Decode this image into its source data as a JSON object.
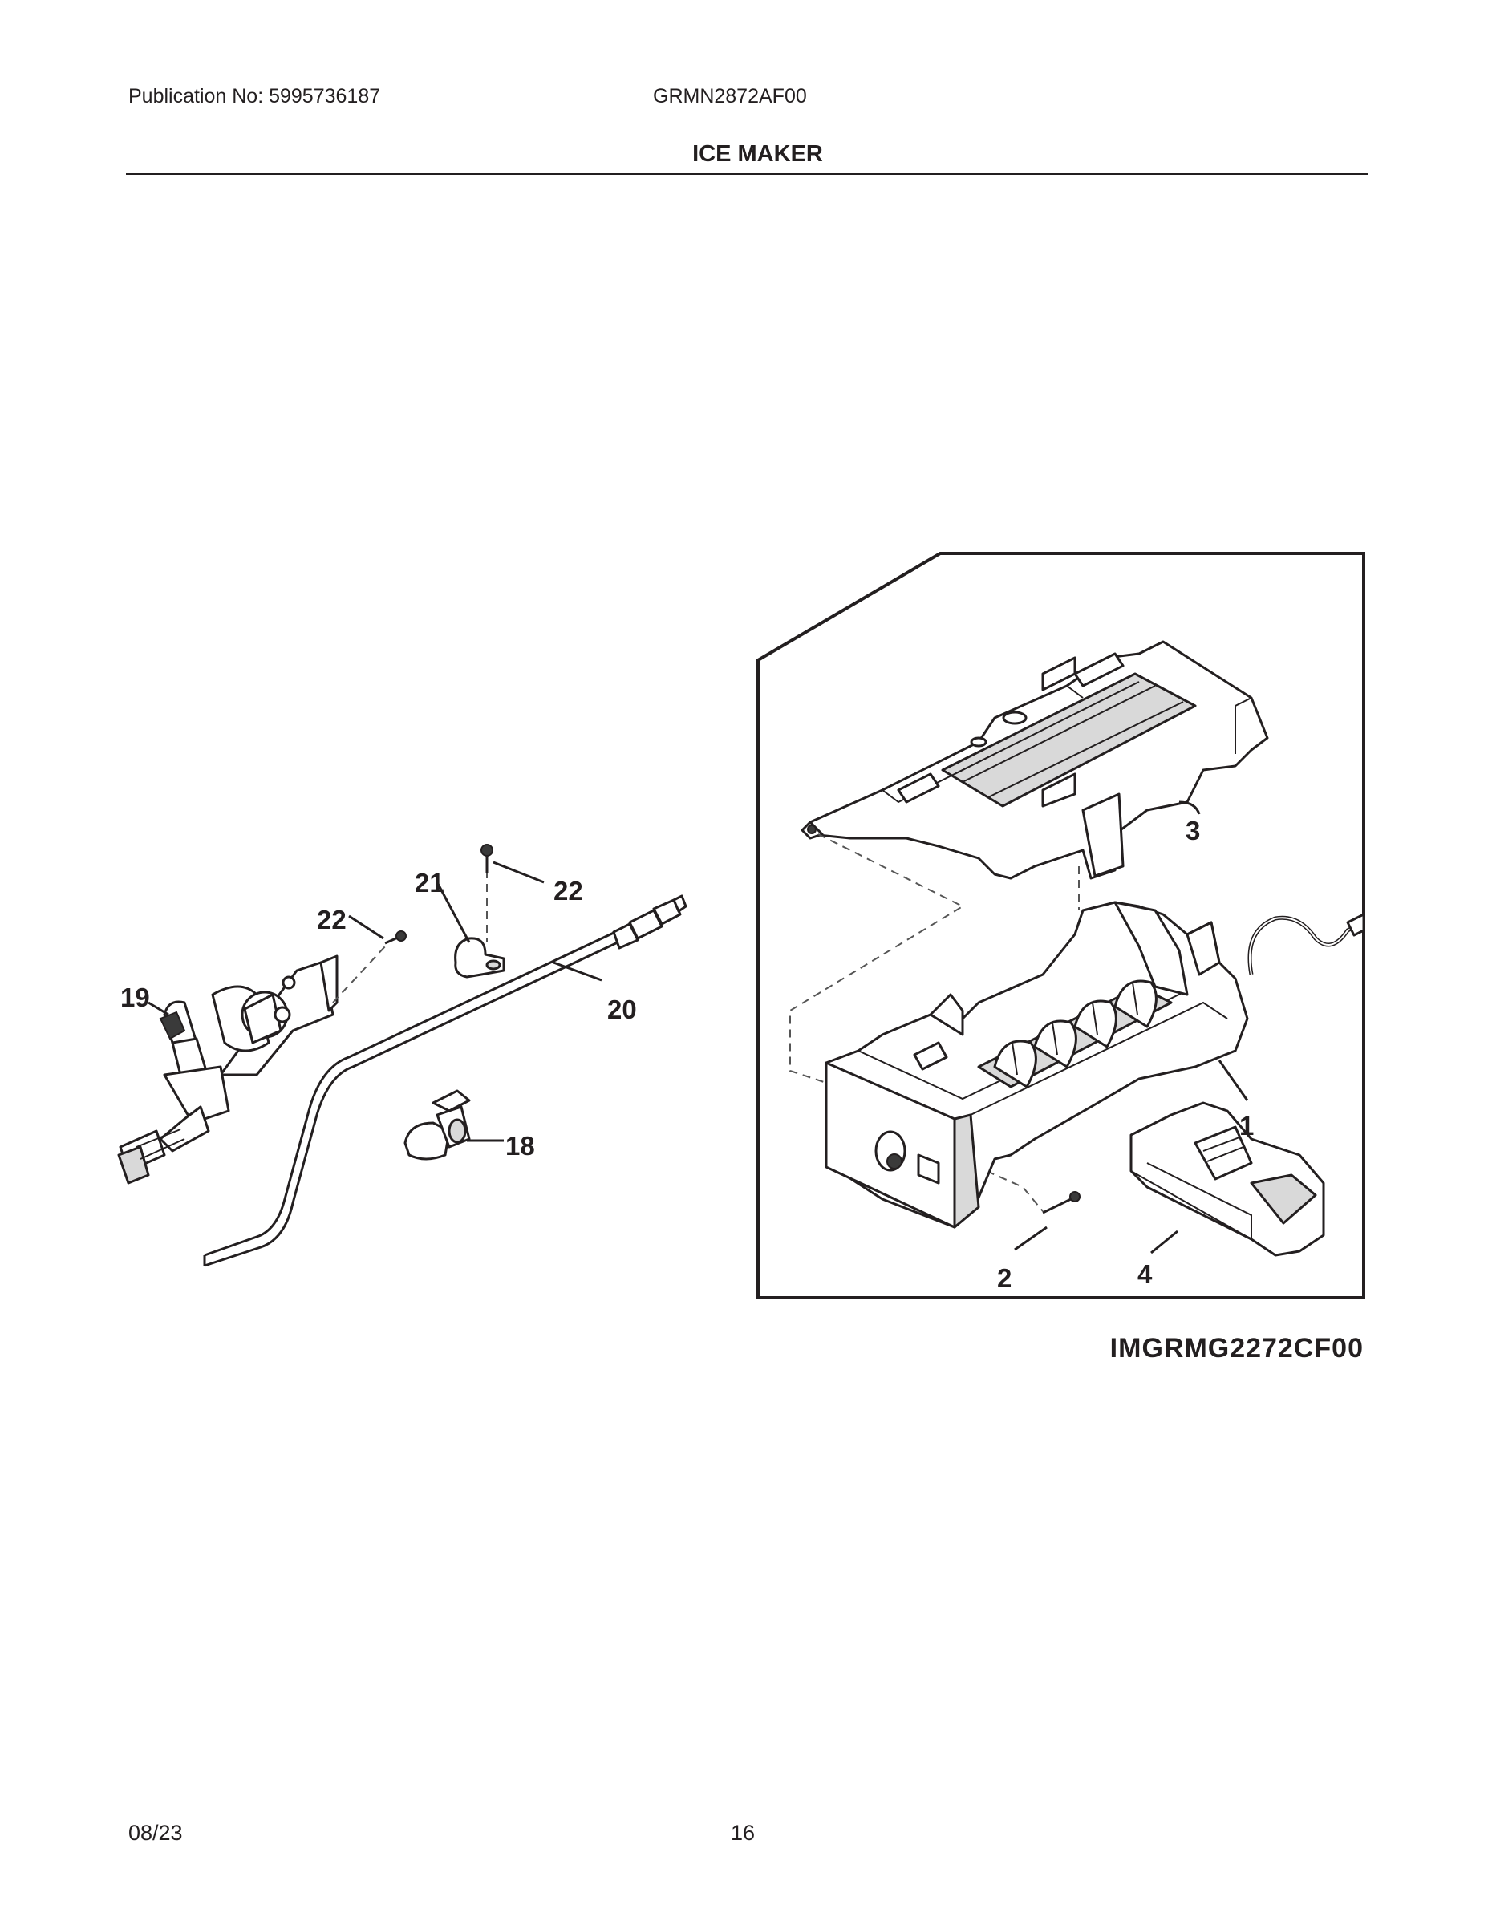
{
  "header": {
    "publication": "Publication No: 5995736187",
    "model": "GRMN2872AF00",
    "title": "ICE MAKER"
  },
  "diagram": {
    "image_code": "IMGRMG2272CF00",
    "callouts": {
      "c1": "1",
      "c2": "2",
      "c3": "3",
      "c4": "4",
      "c18": "18",
      "c19": "19",
      "c20": "20",
      "c21": "21",
      "c22a": "22",
      "c22b": "22"
    }
  },
  "footer": {
    "date": "08/23",
    "page": "16"
  }
}
